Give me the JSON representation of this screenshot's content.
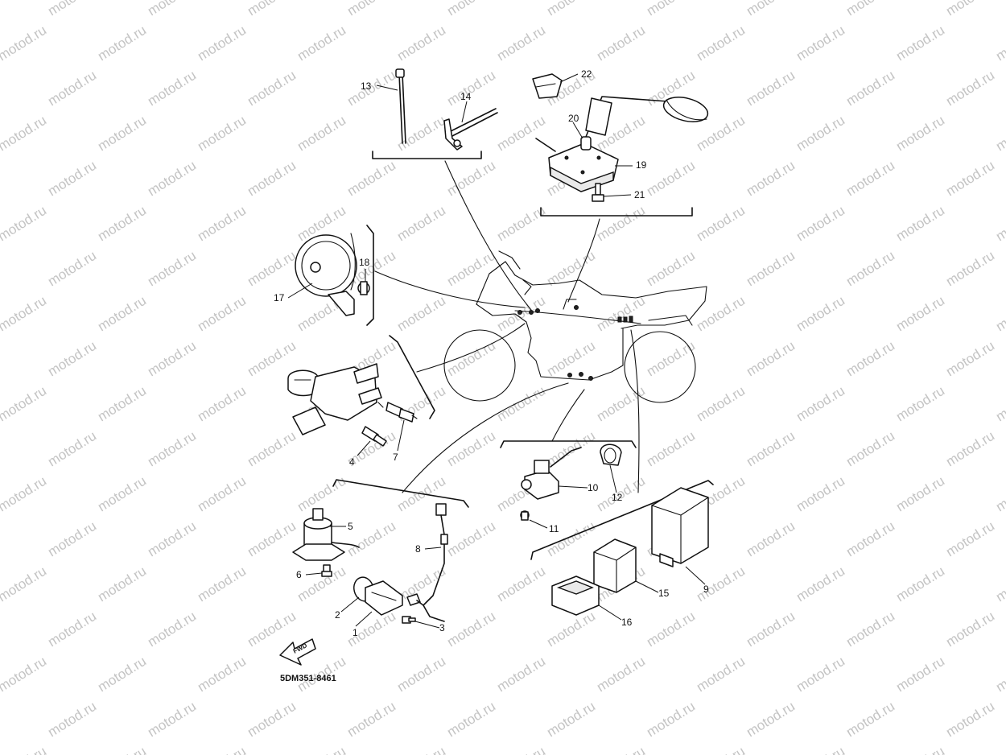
{
  "watermark": "motod.ru",
  "diagram_code": "5DM351-8461",
  "fwd_label": "FWD",
  "callouts": {
    "c1": "1",
    "c2": "2",
    "c3": "3",
    "c4": "4",
    "c5": "5",
    "c6": "6",
    "c7": "7",
    "c8": "8",
    "c9": "9",
    "c10": "10",
    "c11": "11",
    "c12": "12",
    "c13": "13",
    "c14": "14",
    "c15": "15",
    "c16": "16",
    "c17": "17",
    "c18": "18",
    "c19": "19",
    "c20": "20",
    "c21": "21",
    "c22": "22"
  }
}
